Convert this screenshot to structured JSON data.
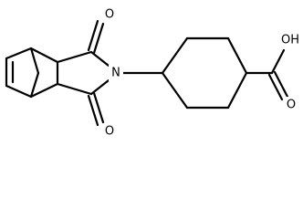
{
  "molecule": {
    "atoms": {
      "o_top": "O",
      "n_imide": "N",
      "o_bottom": "O",
      "oh_acid": "OH",
      "o_carbonyl": "O"
    }
  }
}
